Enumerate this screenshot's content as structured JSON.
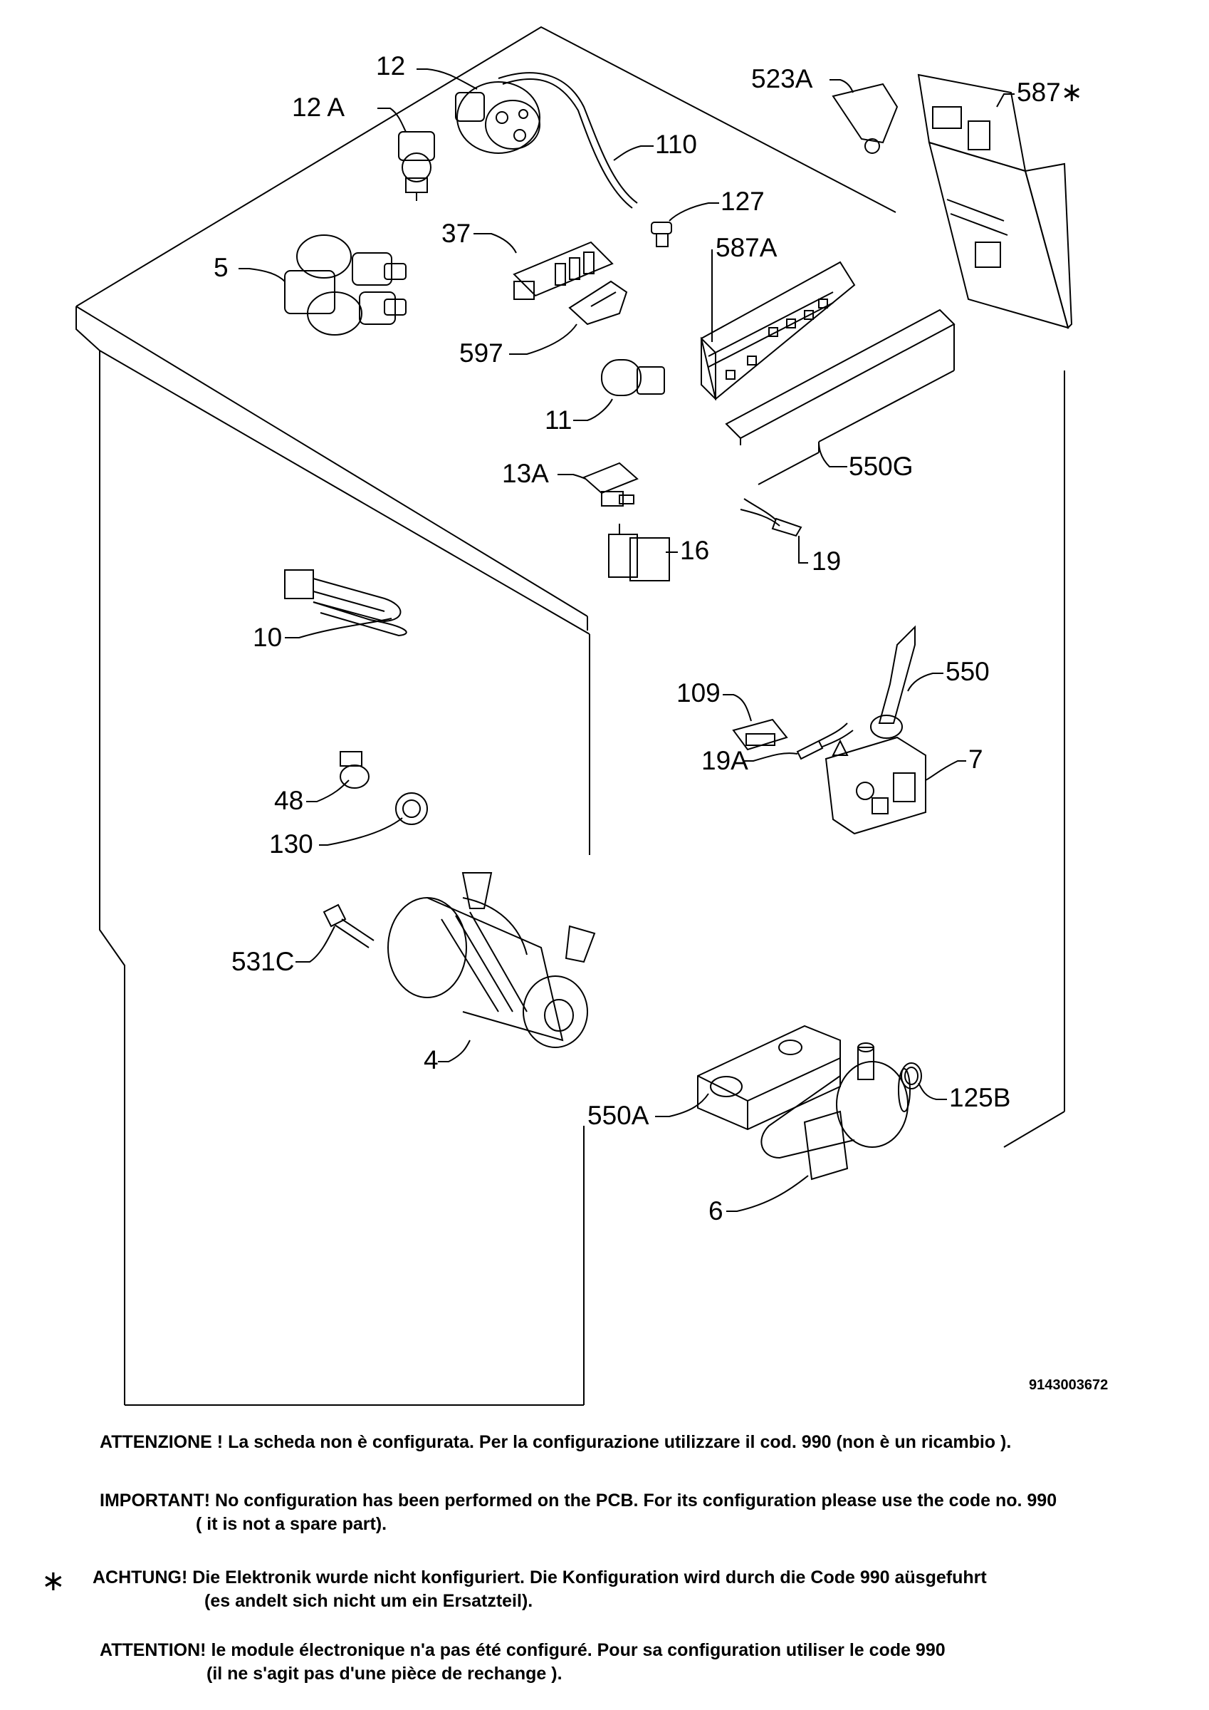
{
  "drawing_code": "9143003672",
  "parts": [
    {
      "id": "12",
      "label": "12"
    },
    {
      "id": "12a",
      "label": "12 A"
    },
    {
      "id": "110",
      "label": "110"
    },
    {
      "id": "127",
      "label": "127"
    },
    {
      "id": "37",
      "label": "37"
    },
    {
      "id": "5",
      "label": "5"
    },
    {
      "id": "597",
      "label": "597"
    },
    {
      "id": "11",
      "label": "11"
    },
    {
      "id": "13a",
      "label": "13A"
    },
    {
      "id": "16",
      "label": "16"
    },
    {
      "id": "19",
      "label": "19"
    },
    {
      "id": "523a",
      "label": "523A"
    },
    {
      "id": "587star",
      "label": "587∗"
    },
    {
      "id": "587a",
      "label": "587A"
    },
    {
      "id": "550g",
      "label": "550G"
    },
    {
      "id": "10",
      "label": "10"
    },
    {
      "id": "550",
      "label": "550"
    },
    {
      "id": "109",
      "label": "109"
    },
    {
      "id": "19a",
      "label": "19A"
    },
    {
      "id": "7",
      "label": "7"
    },
    {
      "id": "48",
      "label": "48"
    },
    {
      "id": "130",
      "label": "130"
    },
    {
      "id": "531c",
      "label": "531C"
    },
    {
      "id": "4",
      "label": "4"
    },
    {
      "id": "550a",
      "label": "550A"
    },
    {
      "id": "125b",
      "label": "125B"
    },
    {
      "id": "6",
      "label": "6"
    }
  ],
  "notes": {
    "it": "ATTENZIONE ! La scheda non è  configurata. Per la configurazione utilizzare il cod. 990 (non è un ricambio ).",
    "en_1": "IMPORTANT! No configuration has been performed on the PCB. For its configuration please use the code no. 990",
    "en_2": "( it is not a spare part).",
    "star": "∗",
    "de_1": "ACHTUNG! Die Elektronik wurde nicht konfiguriert. Die Konfiguration wird durch die Code 990 aüsgefuhrt",
    "de_2": "(es andelt sich nicht um ein Ersatzteil).",
    "fr_1": "ATTENTION! le module électronique n'a pas été configuré. Pour  sa configuration utiliser le code 990",
    "fr_2": "(il ne s'agit pas d'une pièce de rechange )."
  }
}
